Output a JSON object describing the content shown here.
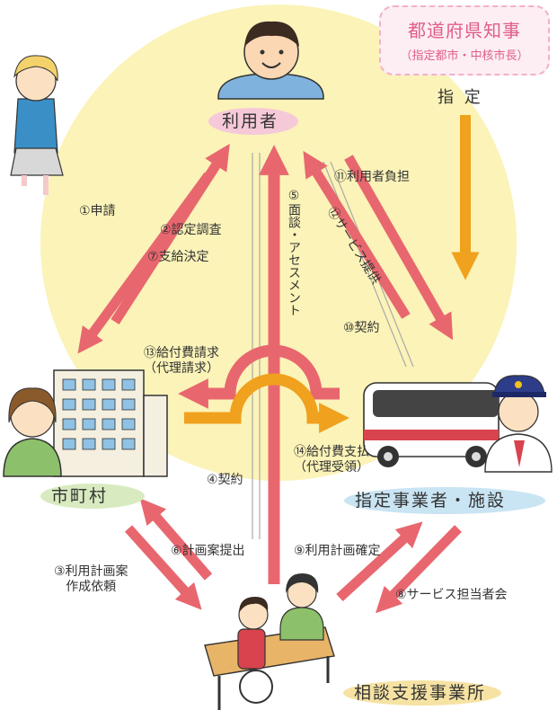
{
  "governor": {
    "title": "都道府県知事",
    "subtitle": "（指定都市・中核市長）"
  },
  "designation_label": "指 定",
  "actors": {
    "user": "利用者",
    "municipality": "市町村",
    "provider": "指定事業者・施設",
    "consultation": "相談支援事業所"
  },
  "steps": {
    "s1": "①申請",
    "s2": "②認定調査",
    "s3": [
      "③利用計画案",
      "作成依頼"
    ],
    "s4": "④契約",
    "s5": "⑤面談・アセスメント",
    "s6": "⑥計画案提出",
    "s7": "⑦支給決定",
    "s8": "⑧サービス担当者会",
    "s9": "⑨利用計画確定",
    "s10": "⑩契約",
    "s11": "⑪利用者負担",
    "s12": "⑫サービス提供",
    "s13": [
      "⑬給付費請求",
      "（代理請求）"
    ],
    "s14": [
      "⑭給付費支払",
      "（代理受領）"
    ]
  },
  "colors": {
    "background_circle": "#fbf3b8",
    "arrow_pink": "#e8676f",
    "arrow_orange": "#f0a11d",
    "user_highlight": "#f6c9d9",
    "municipality_highlight": "#d8ebc0",
    "provider_highlight": "#c9e4f3",
    "consultation_highlight": "#f6e3a3"
  }
}
